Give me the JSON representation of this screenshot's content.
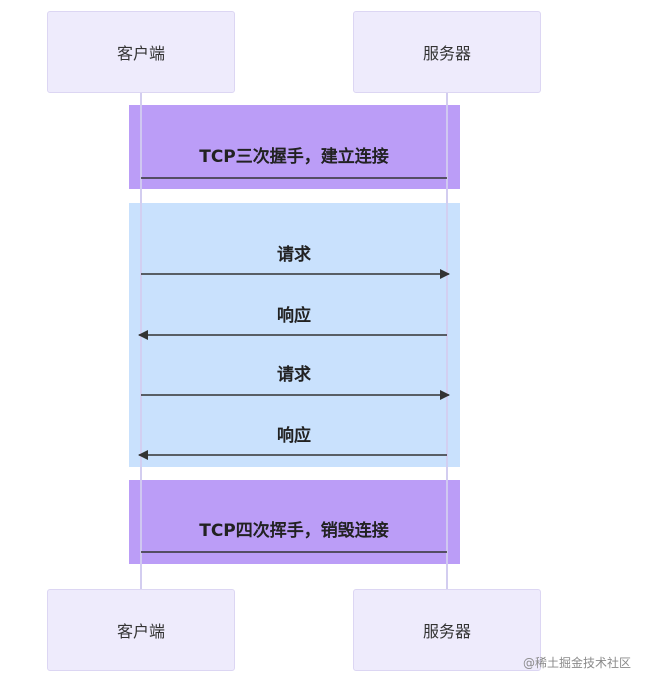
{
  "participants": {
    "client": "客户端",
    "server": "服务器"
  },
  "messages": {
    "connect": "TCP三次握手，建立连接",
    "request_1": "请求",
    "response_1": "响应",
    "request_2": "请求",
    "response_2": "响应",
    "close": "TCP四次挥手，销毁连接"
  },
  "watermark": "@稀土掘金技术社区",
  "colors": {
    "participant_bg": "#eeebfc",
    "connection_block": "#bb9df7",
    "data_block": "#c9e1fd",
    "lifeline": "#d3cdf0",
    "arrow": "#333333"
  }
}
